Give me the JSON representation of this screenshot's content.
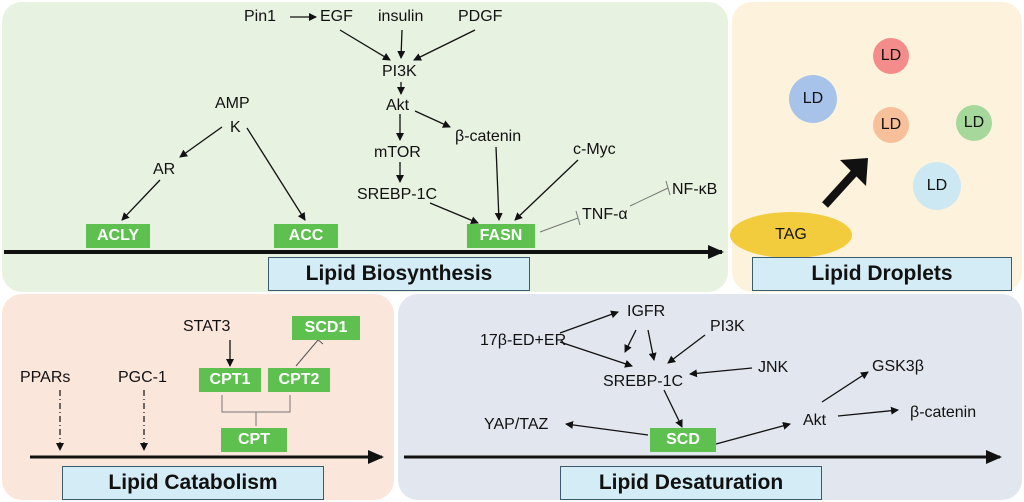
{
  "colors": {
    "biosynthesis_bg": "#e8f2e0",
    "droplets_bg": "#fdf3dc",
    "catabolism_bg": "#fbe6dc",
    "desaturation_bg": "#e2e7ef",
    "enzyme_box": "#5dc04f",
    "title_box": "#d3ecf5",
    "tag": "#f3cc3e",
    "ld_blue": "#a8c3ea",
    "ld_red": "#f48c8c",
    "ld_orange": "#f8c09a",
    "ld_green": "#a6d89c",
    "ld_cyan": "#cbe8f3"
  },
  "biosynthesis": {
    "title": "Lipid Biosynthesis",
    "nodes": {
      "pin1": "Pin1",
      "egf": "EGF",
      "insulin": "insulin",
      "pdgf": "PDGF",
      "pi3k": "PI3K",
      "akt": "Akt",
      "mtor": "mTOR",
      "srebp": "SREBP-1C",
      "bcat": "β-catenin",
      "cmyc": "c-Myc",
      "amp": "AMP",
      "k": "K",
      "ar": "AR",
      "tnf": "TNF-α",
      "nfkb": "NF-κB"
    },
    "enzymes": {
      "acly": "ACLY",
      "acc": "ACC",
      "fasn": "FASN"
    }
  },
  "droplets": {
    "title": "Lipid Droplets",
    "tag": "TAG",
    "ld": [
      "LD",
      "LD",
      "LD",
      "LD",
      "LD"
    ]
  },
  "catabolism": {
    "title": "Lipid Catabolism",
    "nodes": {
      "stat3": "STAT3",
      "ppars": "PPARs",
      "pgc1": "PGC-1"
    },
    "enzymes": {
      "scd1": "SCD1",
      "cpt1": "CPT1",
      "cpt2": "CPT2",
      "cpt": "CPT"
    }
  },
  "desaturation": {
    "title": "Lipid Desaturation",
    "nodes": {
      "ed": "17β-ED+ER",
      "igfr": "IGFR",
      "pi3k": "PI3K",
      "jnk": "JNK",
      "srebp": "SREBP-1C",
      "gsk": "GSK3β",
      "yap": "YAP/TAZ",
      "akt": "Akt",
      "bcat": "β-catenin"
    },
    "enzymes": {
      "scd": "SCD"
    }
  }
}
